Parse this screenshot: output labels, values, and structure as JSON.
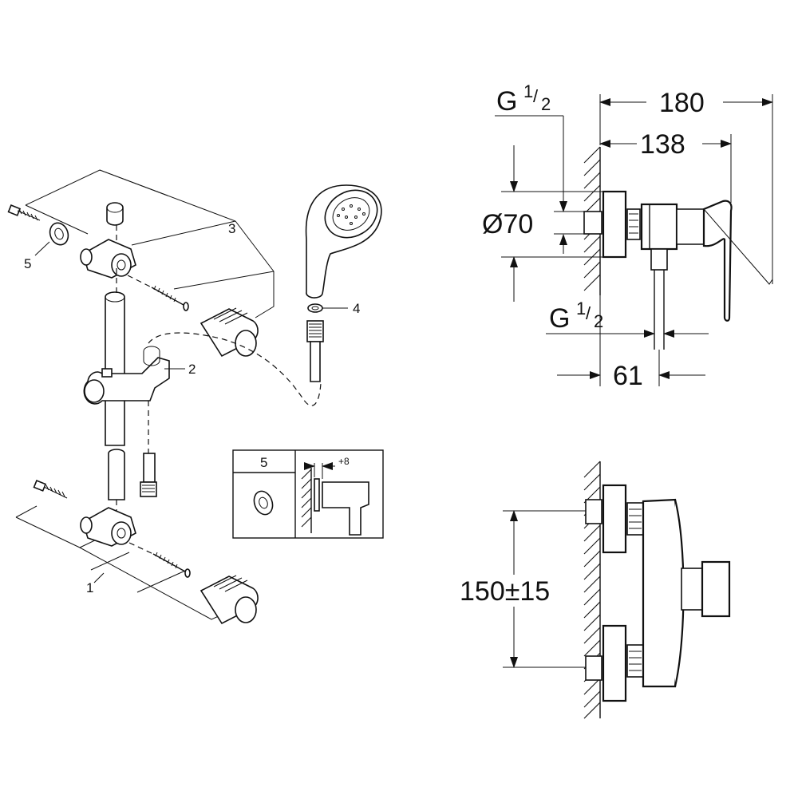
{
  "exploded_view": {
    "part_labels": [
      "1",
      "2",
      "3",
      "4",
      "5"
    ],
    "inset": {
      "part_number": "5",
      "offset_label": "+8"
    }
  },
  "dimensions": {
    "inlet_thread_top": {
      "letter": "G",
      "num": "1",
      "den": "2"
    },
    "inlet_thread_bottom": {
      "letter": "G",
      "num": "1",
      "den": "2"
    },
    "overall_length": "180",
    "body_length": "138",
    "flange_diameter": "Ø70",
    "outlet_offset": "61",
    "center_distance": "150±15"
  }
}
